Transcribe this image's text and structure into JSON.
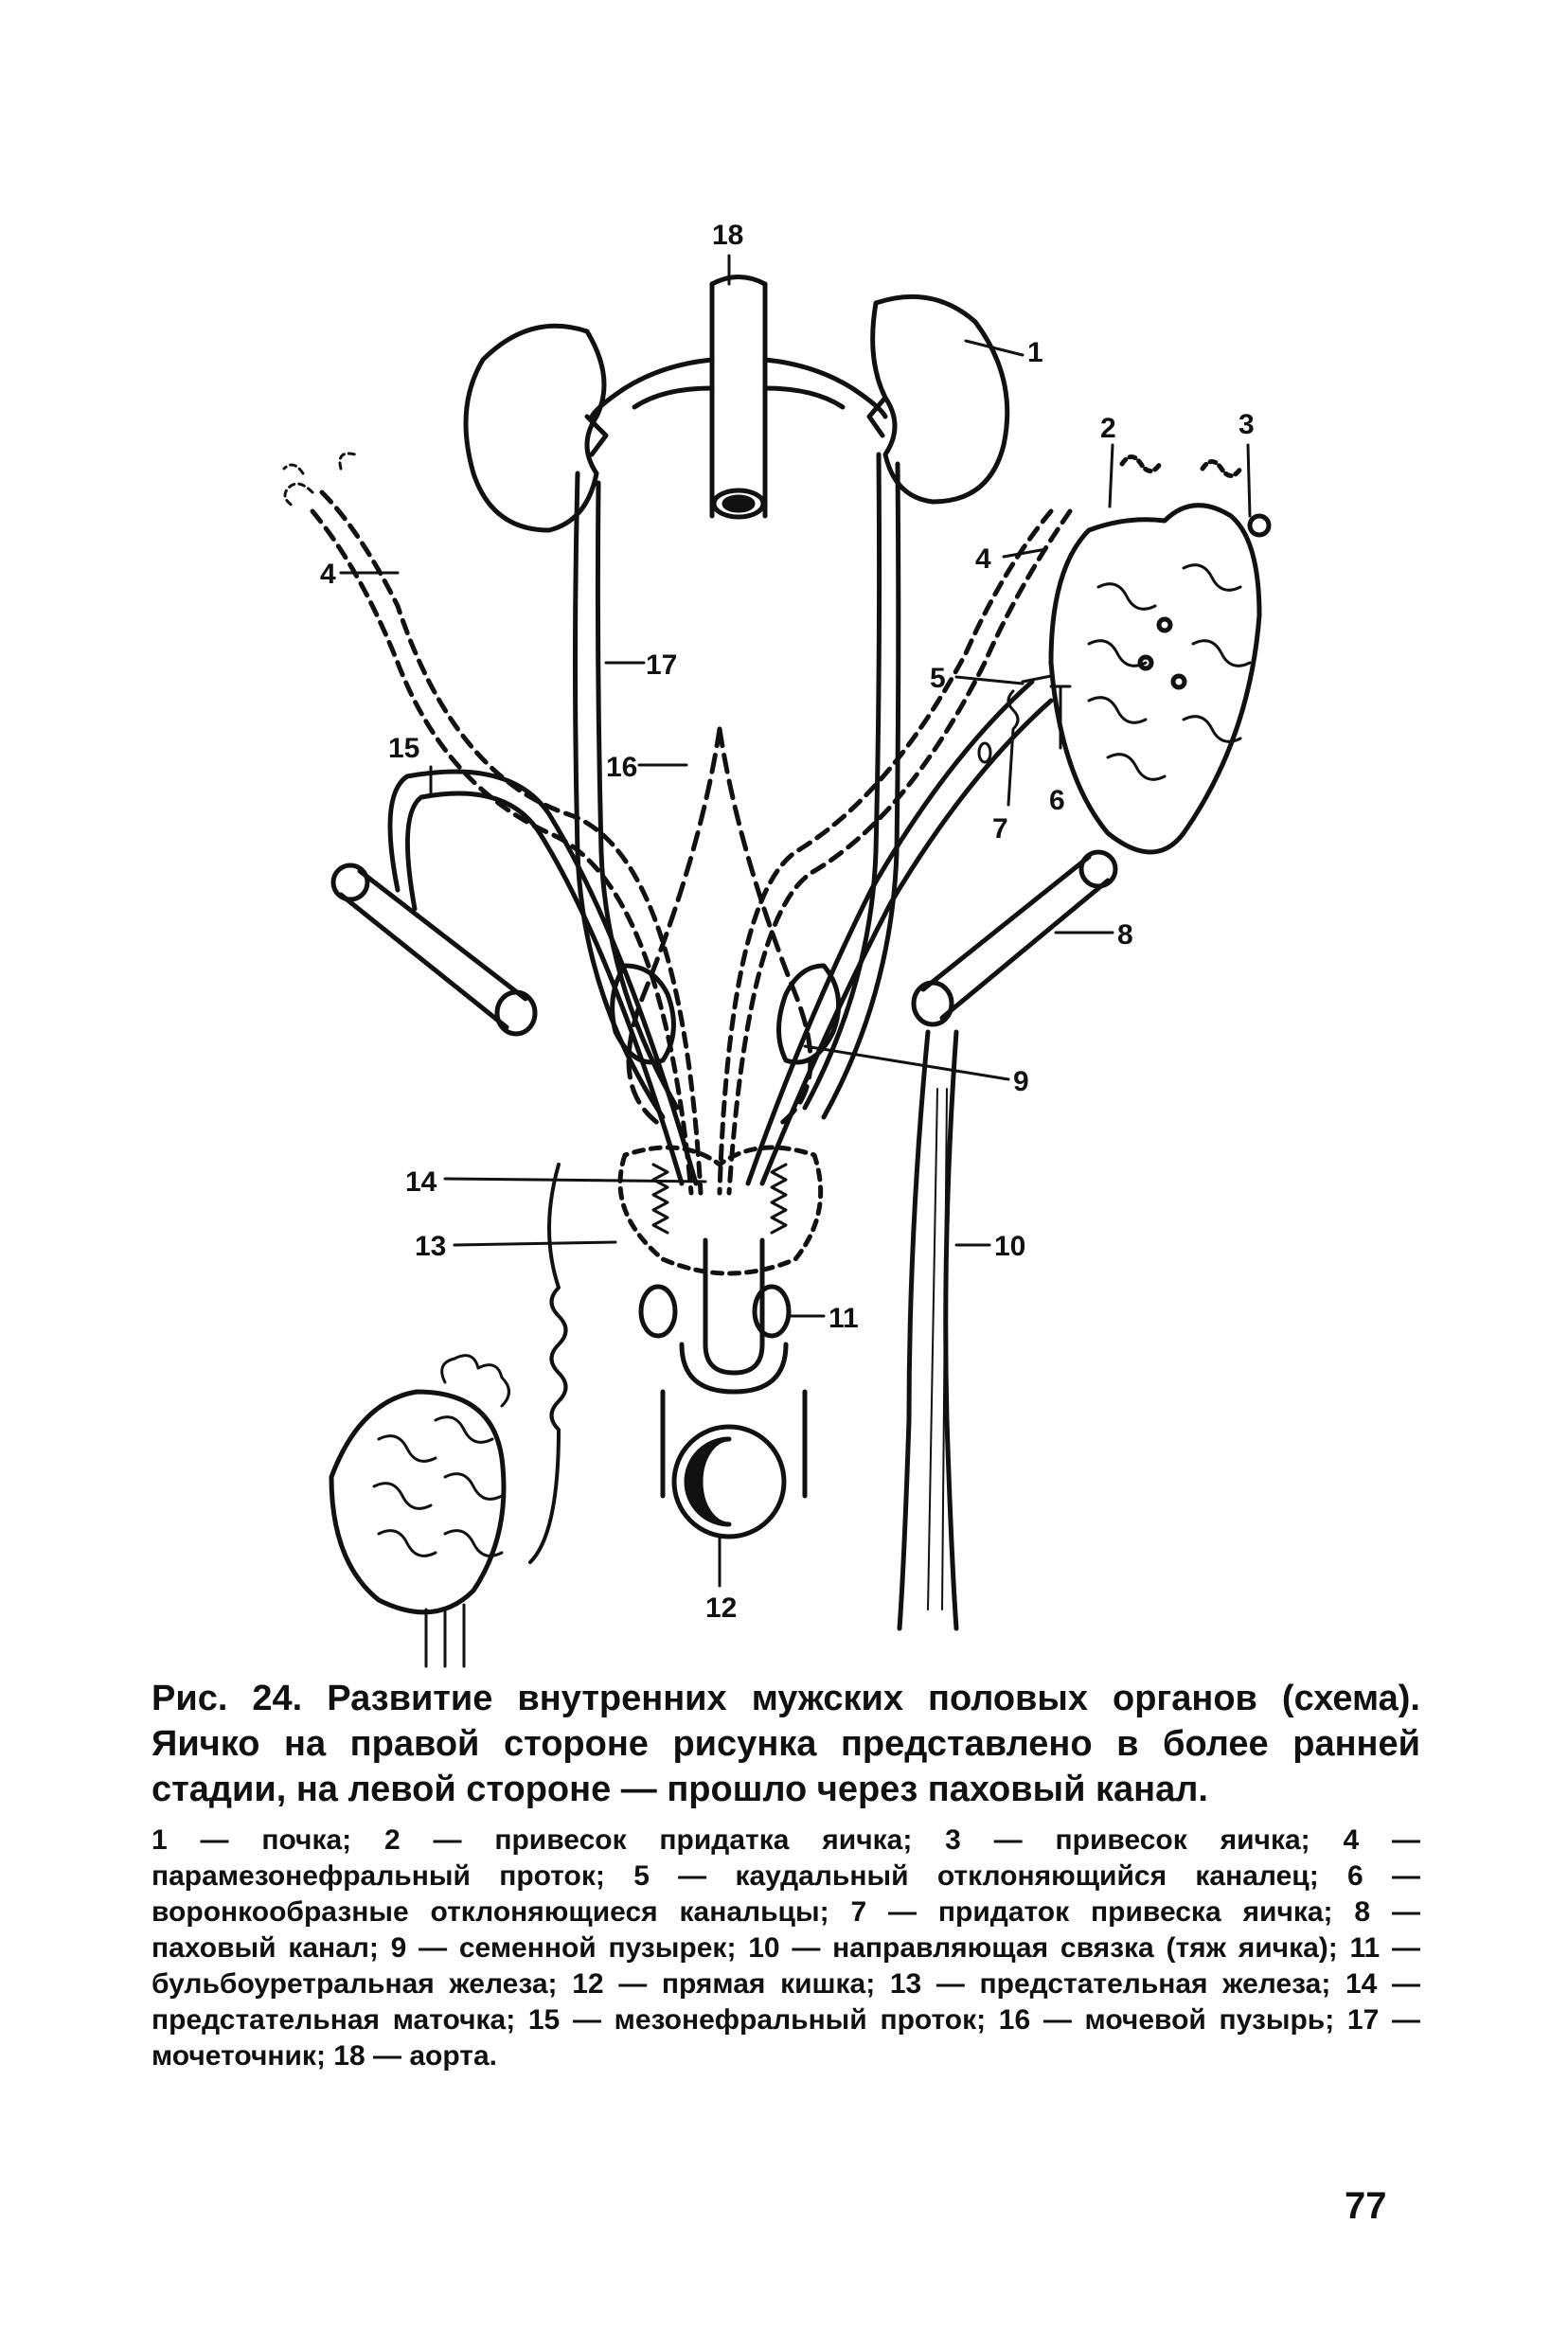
{
  "figure": {
    "labels": {
      "l1": "1",
      "l2": "2",
      "l3": "3",
      "l4a": "4",
      "l4b": "4",
      "l5": "5",
      "l6": "6",
      "l7": "7",
      "l8": "8",
      "l9": "9",
      "l10": "10",
      "l11": "11",
      "l12": "12",
      "l13": "13",
      "l14": "14",
      "l15": "15",
      "l16": "16",
      "l17": "17",
      "l18": "18"
    }
  },
  "caption": {
    "figure_ref": "Рис. 24.",
    "title": "Развитие внутренних мужских половых органов (схема). Яичко на правой стороне рисунка представлено в более ранней стадии, на левой стороне — прошло через паховый канал.",
    "legend": "1 — почка; 2 — привесок придатка яичка; 3 — привесок яичка; 4 — парамезонефральный проток; 5 — каудальный отклоняющийся каналец; 6 — воронкообразные отклоняющиеся канальцы; 7 — придаток привеска яичка; 8 — паховый канал; 9 — семенной пузырек; 10 — направляющая связка (тяж яичка); 11 — бульбоуретральная железа; 12 — прямая кишка; 13 — предстательная железа; 14 — предстательная маточка; 15 — мезонефральный проток; 16 — мочевой пузырь; 17 — мочеточник; 18 — аорта."
  },
  "page": {
    "number": "77"
  }
}
